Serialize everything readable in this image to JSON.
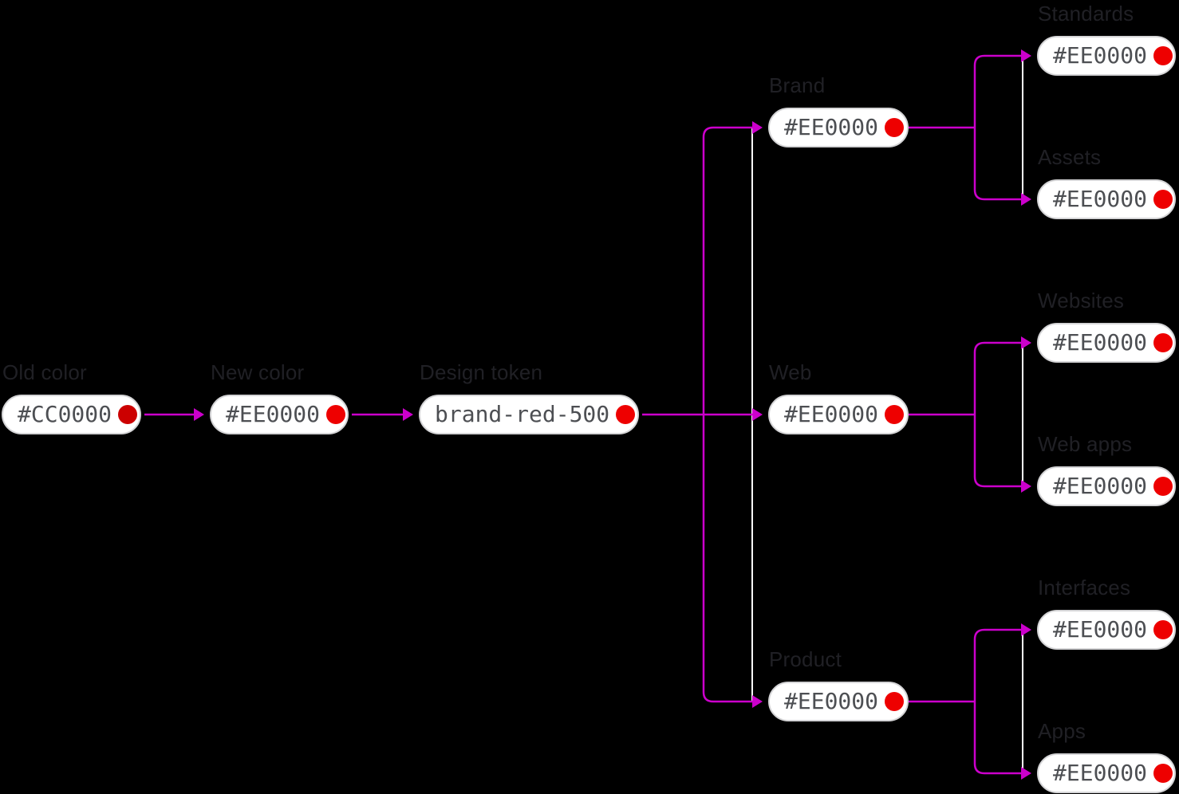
{
  "colors": {
    "background": "#000000",
    "connector": "#CC00CC",
    "rail": "#FFFFFF",
    "pill_background": "#FFFFFF",
    "pill_border": "#D4D4D6",
    "pill_text": "#4D4F53",
    "label_text": "#202025",
    "old_red": "#CC0000",
    "new_red": "#EE0000"
  },
  "nodes": [
    {
      "id": "old-color",
      "label": "Old color",
      "value": "#CC0000",
      "dot_color": "#CC0000"
    },
    {
      "id": "new-color",
      "label": "New color",
      "value": "#EE0000",
      "dot_color": "#EE0000"
    },
    {
      "id": "design-token",
      "label": "Design token",
      "value": "brand-red-500",
      "dot_color": "#EE0000"
    },
    {
      "id": "brand",
      "label": "Brand",
      "value": "#EE0000",
      "dot_color": "#EE0000"
    },
    {
      "id": "web",
      "label": "Web",
      "value": "#EE0000",
      "dot_color": "#EE0000"
    },
    {
      "id": "product",
      "label": "Product",
      "value": "#EE0000",
      "dot_color": "#EE0000"
    },
    {
      "id": "standards",
      "label": "Standards",
      "value": "#EE0000",
      "dot_color": "#EE0000"
    },
    {
      "id": "assets",
      "label": "Assets",
      "value": "#EE0000",
      "dot_color": "#EE0000"
    },
    {
      "id": "websites",
      "label": "Websites",
      "value": "#EE0000",
      "dot_color": "#EE0000"
    },
    {
      "id": "web-apps",
      "label": "Web apps",
      "value": "#EE0000",
      "dot_color": "#EE0000"
    },
    {
      "id": "interfaces",
      "label": "Interfaces",
      "value": "#EE0000",
      "dot_color": "#EE0000"
    },
    {
      "id": "apps",
      "label": "Apps",
      "value": "#EE0000",
      "dot_color": "#EE0000"
    }
  ]
}
